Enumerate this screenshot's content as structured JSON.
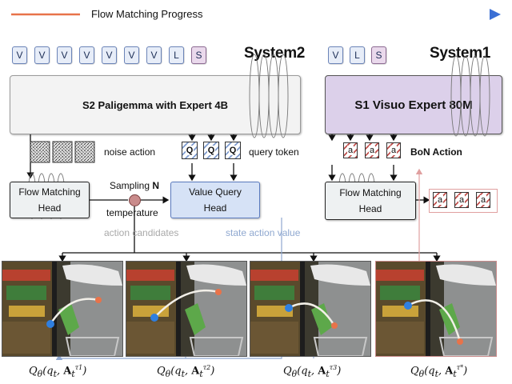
{
  "progress": {
    "label": "Flow Matching Progress"
  },
  "system2": {
    "title": "System2",
    "tokens": [
      "V",
      "V",
      "V",
      "V",
      "V",
      "V",
      "V",
      "L",
      "S"
    ],
    "model_label": "S2 Paligemma with Expert 4B",
    "noise_label": "noise action",
    "query_tokens": [
      "Q",
      "Q",
      "Q"
    ],
    "query_label": "query token",
    "flow_head_label": "Flow Matching\nHead",
    "sampling_label": "Sampling",
    "sampling_n": "N",
    "temperature_label": "temperature",
    "value_head_label": "Value Query\nHead",
    "action_candidates_label": "action candidates",
    "state_action_value_label": "state action value"
  },
  "system1": {
    "title": "System1",
    "tokens": [
      "V",
      "L",
      "S"
    ],
    "model_label": "S1 Visuo Expert 80M",
    "bon_tokens": [
      "a",
      "a",
      "a"
    ],
    "bon_label": "BoN Action",
    "flow_head_label": "Flow Matching\nHead",
    "output_tokens": [
      "a",
      "a",
      "a"
    ]
  },
  "bottom_formulas": [
    {
      "lhs": "Q",
      "sub": "θ",
      "args": "(q",
      "sup": "τ1"
    },
    {
      "lhs": "Q",
      "sub": "θ",
      "args": "(q",
      "sup": "τ2"
    },
    {
      "lhs": "Q",
      "sub": "θ",
      "args": "(q",
      "sup": "τ3"
    },
    {
      "lhs": "Q",
      "sub": "θ",
      "args": "(q",
      "sup": "τ*"
    }
  ],
  "colors": {
    "progress_start": "#e8734a",
    "progress_end": "#3b6fd4",
    "s2_box": "#f3f3f3",
    "s1_box": "#dcd0ea",
    "value_head": "#d6e2f6",
    "candidate_dot": "#c98b8b",
    "state_value_line": "#8fa8d0",
    "selected_line": "#e0a0a0"
  },
  "photos": [
    {
      "name": "candidate-1"
    },
    {
      "name": "candidate-2"
    },
    {
      "name": "candidate-3"
    },
    {
      "name": "selected-action"
    }
  ]
}
